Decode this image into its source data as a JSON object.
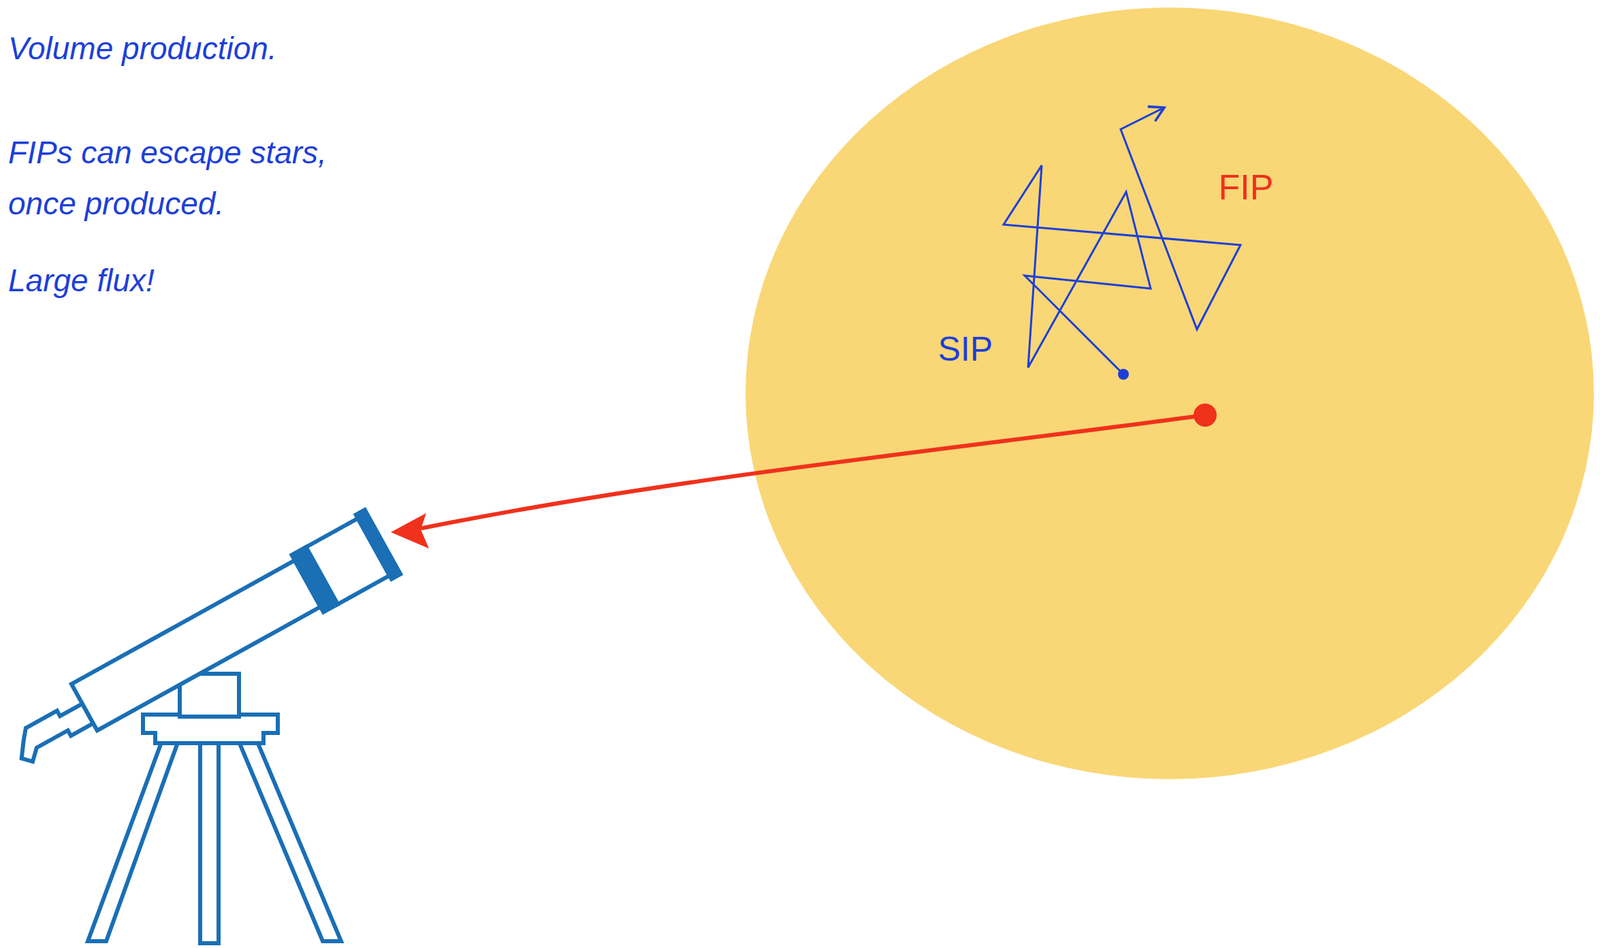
{
  "diagram": {
    "labels": [
      "Volume production.",
      "FIPs can escape stars,",
      "once produced.",
      "Large flux!",
      "FIP",
      "SIP"
    ]
  }
}
